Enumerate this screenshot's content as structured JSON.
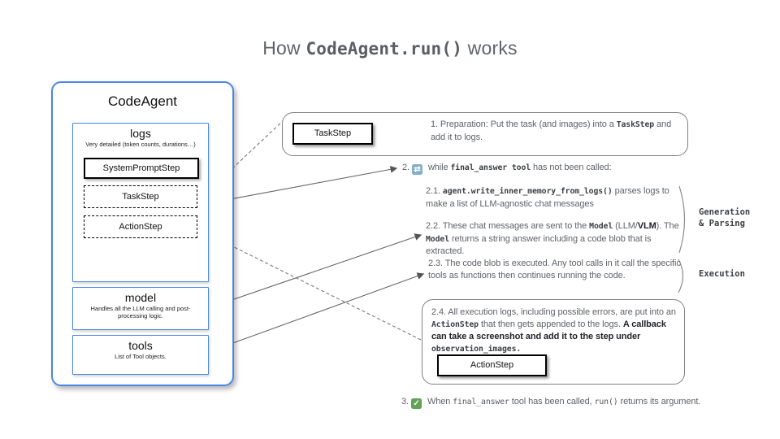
{
  "title": {
    "prefix": "How ",
    "code": "CodeAgent.run()",
    "suffix": " works"
  },
  "colors": {
    "accent_blue": "#4a86e8",
    "text_gray": "#5f6368",
    "loop_icon_bg": "#85aec8",
    "check_icon_bg": "#61a355"
  },
  "icons": {
    "loop": "⇄",
    "check": "✓"
  },
  "agent_panel": {
    "title": "CodeAgent",
    "logs": {
      "title": "logs",
      "subtitle": "Very detailed (token counts, durations…)",
      "steps": [
        {
          "label": "SystemPromptStep",
          "style": "solid"
        },
        {
          "label": "TaskStep",
          "style": "dashed"
        },
        {
          "label": "ActionStep",
          "style": "dashed"
        }
      ]
    },
    "model": {
      "title": "model",
      "subtitle": "Handles all the LLM calling and post-processing logic."
    },
    "tools": {
      "title": "tools",
      "subtitle": "List of Tool objects."
    }
  },
  "steps": {
    "step1": {
      "box_label": "TaskStep",
      "segments": [
        {
          "t": "1.  Preparation: Put the task (and images) into a "
        },
        {
          "t": "TaskStep",
          "c": "mono"
        },
        {
          "t": " and add it to logs."
        }
      ]
    },
    "step2": {
      "number": "2.",
      "segments": [
        {
          "t": " while "
        },
        {
          "t": "final_answer tool",
          "c": "mono"
        },
        {
          "t": "  has not been called:"
        }
      ]
    },
    "step21": {
      "segments": [
        {
          "t": "2.1.  "
        },
        {
          "t": "agent.write_inner_memory_from_logs()",
          "c": "mono"
        },
        {
          "t": " parses logs to make a list of LLM-agnostic chat messages"
        }
      ]
    },
    "step22": {
      "segments": [
        {
          "t": "2.2. These chat messages are sent to the "
        },
        {
          "t": "Model",
          "c": "mono"
        },
        {
          "t": " (LLM/"
        },
        {
          "t": "VLM",
          "c": "boldtxt"
        },
        {
          "t": "). The "
        },
        {
          "t": "Model",
          "c": "mono"
        },
        {
          "t": "  returns a string answer including a code blob that is extracted."
        }
      ]
    },
    "step23": {
      "segments": [
        {
          "t": "2.3. The code blob is executed. Any tool calls in it call the specific tools as functions then continues running the code."
        }
      ]
    },
    "step24": {
      "box_label": "ActionStep",
      "segments": [
        {
          "t": "2.4. All execution logs, including possible errors, are put into an "
        },
        {
          "t": "ActionStep",
          "c": "mono"
        },
        {
          "t": " that then gets appended to the logs. "
        },
        {
          "t": "A callback can  take a screenshot and add it to the step under ",
          "c": "boldtxt"
        },
        {
          "t": "observation_images.",
          "c": "mono"
        }
      ]
    },
    "step3": {
      "number": "3.",
      "segments": [
        {
          "t": " When "
        },
        {
          "t": "final_answer",
          "c": "mono-reg"
        },
        {
          "t": " tool has been called, "
        },
        {
          "t": "run()",
          "c": "mono-reg"
        },
        {
          "t": " returns its argument."
        }
      ]
    }
  },
  "side_labels": {
    "generation_line1": "Generation",
    "generation_line2": "& Parsing",
    "execution": "Execution"
  }
}
